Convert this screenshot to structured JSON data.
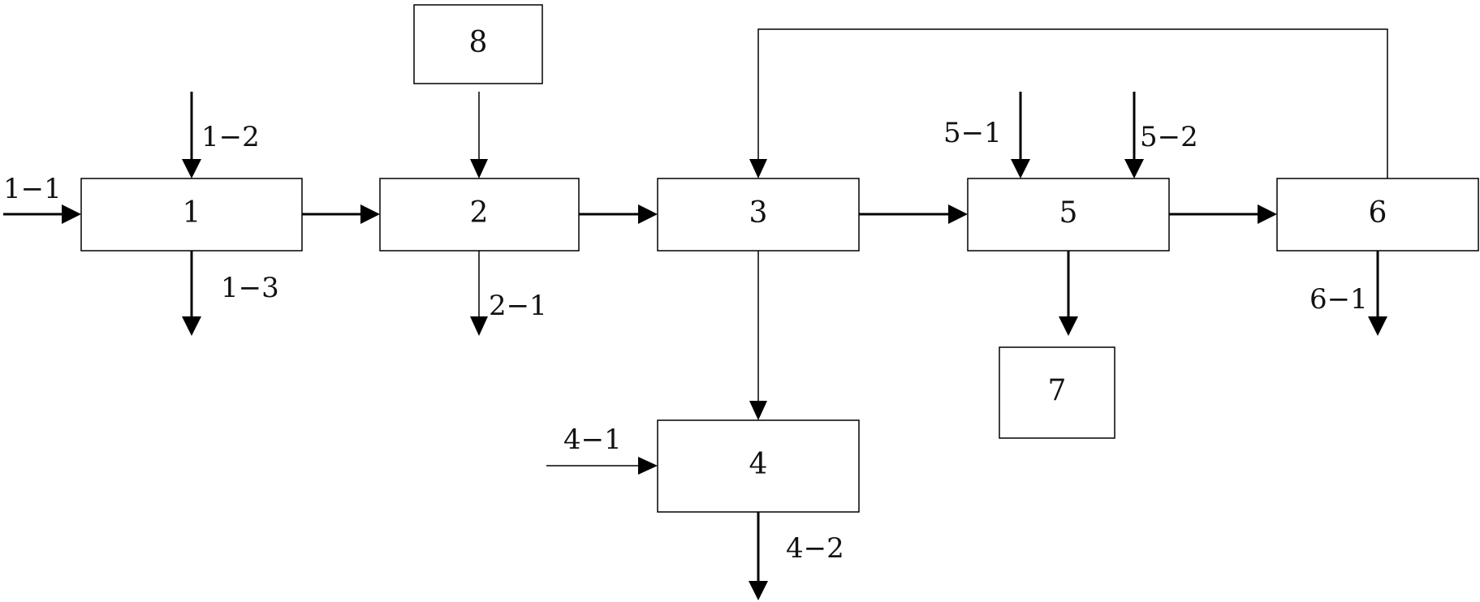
{
  "nodes": {
    "n1": "1",
    "n2": "2",
    "n3": "3",
    "n4": "4",
    "n5": "5",
    "n6": "6",
    "n7": "7",
    "n8": "8"
  },
  "streams": {
    "s1_1": "1−1",
    "s1_2": "1−2",
    "s1_3": "1−3",
    "s2_1": "2−1",
    "s4_1": "4−1",
    "s4_2": "4−2",
    "s5_1": "5−1",
    "s5_2": "5−2",
    "s6_1": "6−1"
  }
}
